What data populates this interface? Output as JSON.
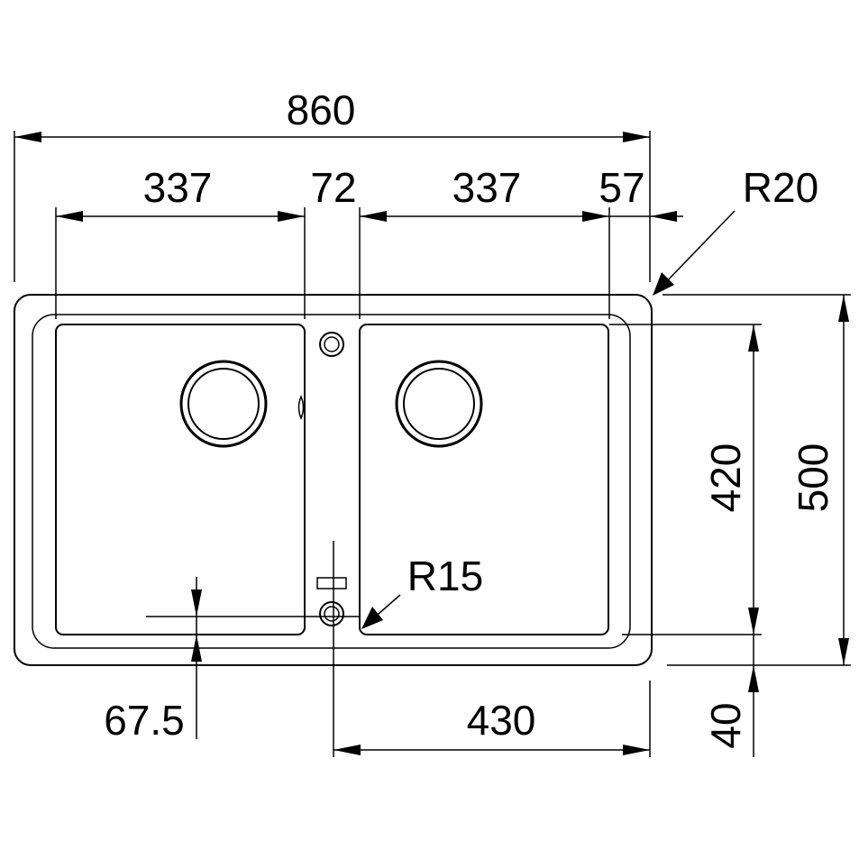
{
  "dimensions": {
    "overall_width": "860",
    "left_bowl_width": "337",
    "divider_width": "72",
    "right_bowl_width": "337",
    "right_margin": "57",
    "corner_radius_outer": "R20",
    "corner_radius_inner": "R15",
    "bowl_depth": "420",
    "overall_depth": "500",
    "drain_offset": "67.5",
    "tap_to_edge": "430",
    "front_margin": "40"
  }
}
